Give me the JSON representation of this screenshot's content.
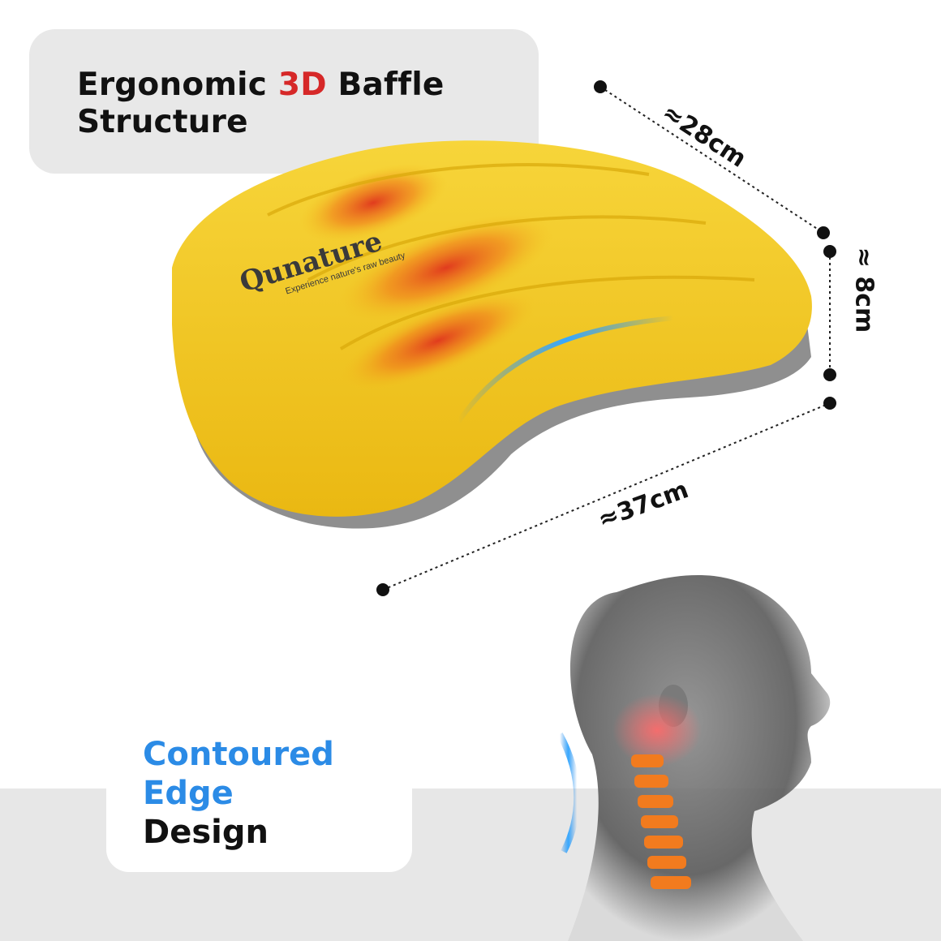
{
  "headline": {
    "part1": "Ergonomic ",
    "accent": "3D",
    "part2": " Baffle",
    "line2": "Structure"
  },
  "feature": {
    "line1": "Contoured",
    "line2": "Edge",
    "line3": "Design"
  },
  "dimensions": {
    "width": "≈28cm",
    "height": "≈ 8cm",
    "length": "≈37cm"
  },
  "brand": {
    "logo": "Qunature",
    "tagline": "Experience nature's raw beauty"
  },
  "colors": {
    "pillow": "#f2c21b",
    "accent_red": "#d62828",
    "accent_blue": "#2b8be6"
  }
}
